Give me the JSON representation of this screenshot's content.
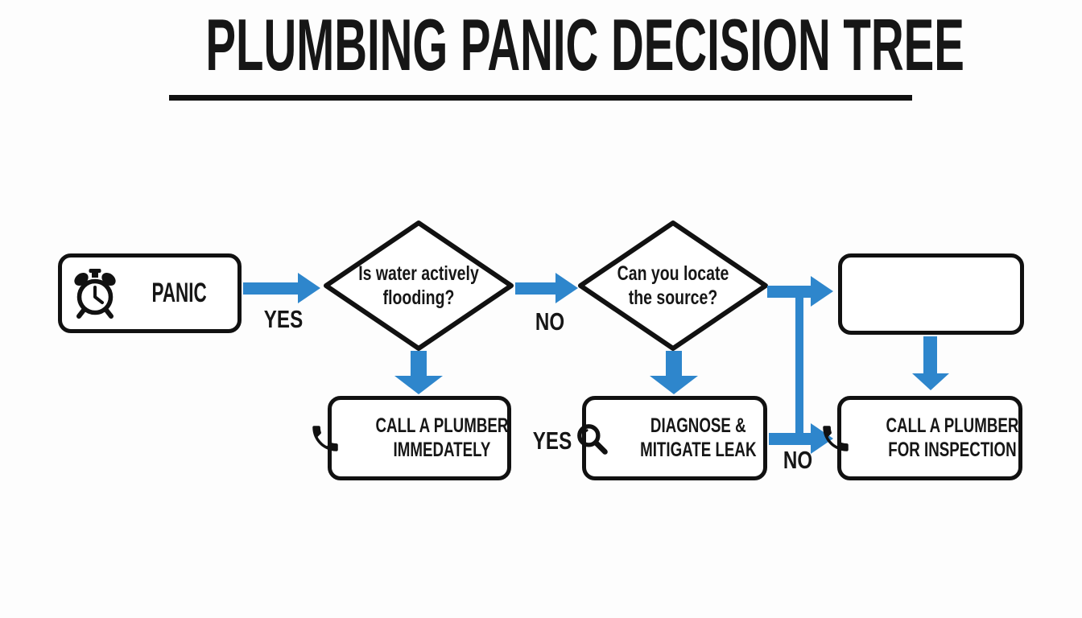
{
  "title": "PLUMBING PANIC DECISION TREE",
  "colors": {
    "arrow": "#2e86cc",
    "line": "#111111",
    "text": "#161616",
    "bg": "#fdfdfd"
  },
  "nodes": {
    "panic": {
      "label": "PANIC",
      "icon": "alarm-clock"
    },
    "q_flooding": {
      "line1": "Is water actively",
      "line2": "flooding?"
    },
    "q_source": {
      "line1": "Can you locate",
      "line2": "the source?"
    },
    "call_immediately": {
      "line1": "CALL A PLUMBER",
      "line2": "IMMEDATELY",
      "icon": "phone"
    },
    "diagnose": {
      "line1": "DIAGNOSE &",
      "line2": "MITIGATE LEAK",
      "icon": "magnifier"
    },
    "empty": {
      "label": ""
    },
    "call_inspection": {
      "line1": "CALL A PLUMBER",
      "line2": "FOR INSPECTION",
      "icon": "phone"
    }
  },
  "edge_labels": {
    "panic_yes": "YES",
    "flooding_no": "NO",
    "source_yes": "YES",
    "diagnose_no": "NO"
  }
}
